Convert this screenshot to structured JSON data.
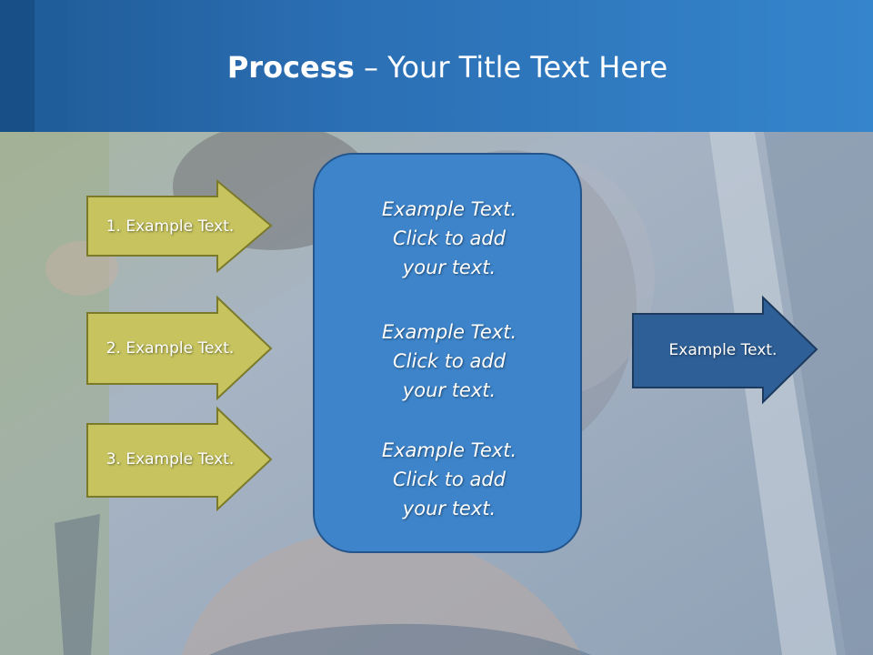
{
  "header": {
    "title_bold": "Process",
    "title_rest": " – Your Title Text Here"
  },
  "left_arrows": [
    {
      "label": "1. Example Text."
    },
    {
      "label": "2. Example Text."
    },
    {
      "label": "3. Example Text."
    }
  ],
  "center_box": {
    "blocks": [
      {
        "line1": "Example Text.",
        "line2": "Click  to add",
        "line3": "your text."
      },
      {
        "line1": "Example Text.",
        "line2": "Click  to add",
        "line3": "your text."
      },
      {
        "line1": "Example Text.",
        "line2": "Click  to add",
        "line3": "your text."
      }
    ]
  },
  "right_arrow": {
    "label": "Example Text."
  },
  "colors": {
    "header_blue": "#2b6fb4",
    "left_arrow_fill": "#c7c45f",
    "left_arrow_border": "#7b7a2a",
    "center_box_fill": "#3d84ca",
    "right_arrow_fill": "#2e5f97"
  }
}
